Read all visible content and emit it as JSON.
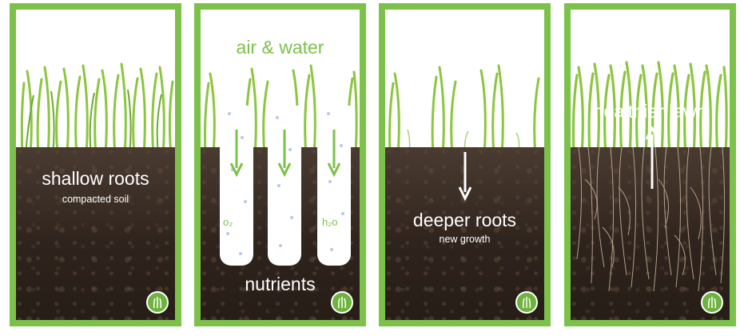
{
  "panels": [
    {
      "title": "shallow roots",
      "subtitle": "compacted soil"
    },
    {
      "top_label": "air & water",
      "bottom_label": "nutrients",
      "o2_label": "o₂",
      "h2o_label": "h₂o"
    },
    {
      "title": "deeper roots",
      "subtitle": "new growth"
    },
    {
      "title": "healthier lawn"
    }
  ],
  "colors": {
    "frame": "#7cc24a",
    "grass": "#8cc63f",
    "soil": "#2f241d",
    "root": "#c8b49c"
  },
  "icons": {
    "badge": "grass-badge-icon",
    "arrow_down": "arrow-down-icon",
    "arrow_up": "arrow-up-icon"
  }
}
